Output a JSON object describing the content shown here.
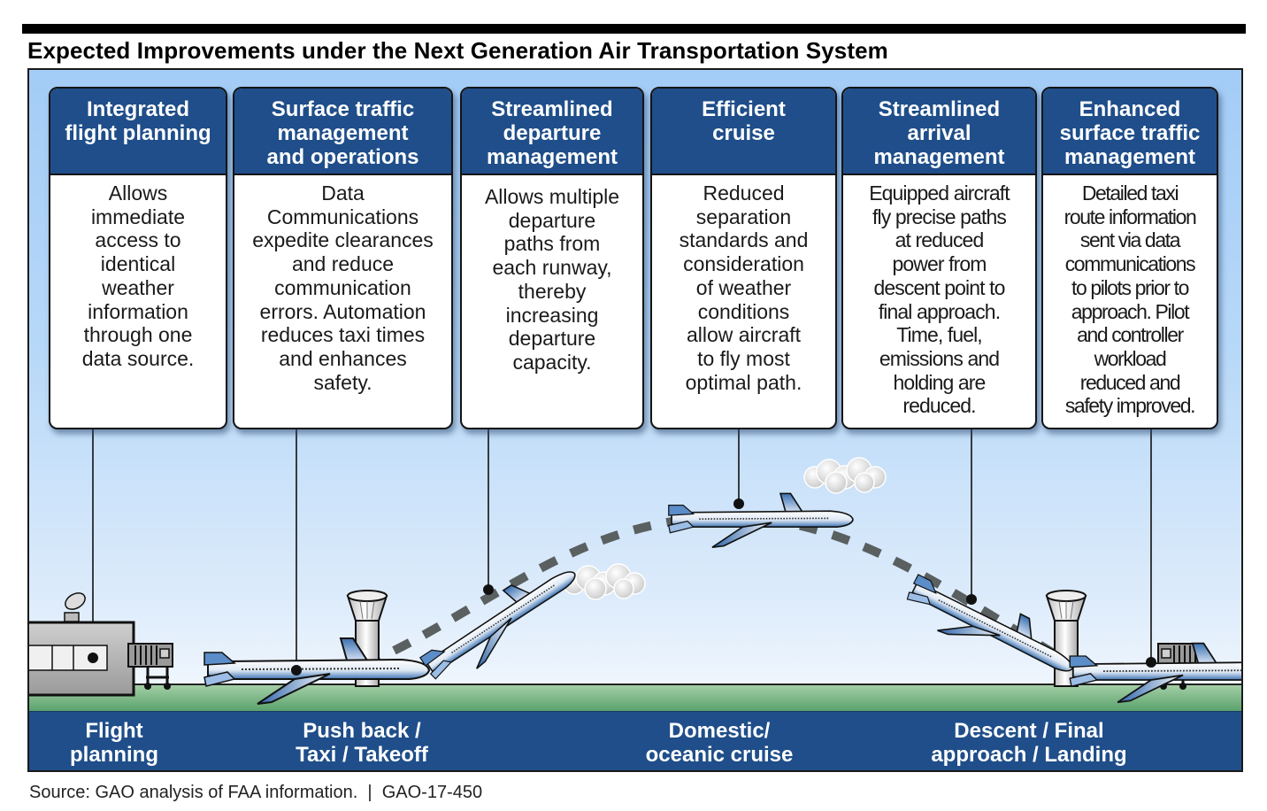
{
  "figure": {
    "title": "Expected Improvements under the Next Generation Air Transportation System",
    "source": "Source: GAO analysis of FAA information.  |  GAO-17-450"
  },
  "colors": {
    "header_blue": "#1f4e8a",
    "sky_top": "#a3ccf6",
    "sky_bottom": "#f5f9fe",
    "grass": "#6fb07f",
    "flight_path": "#5a5f60"
  },
  "improvements": [
    {
      "heading": "Integrated\nflight planning",
      "description": "Allows\nimmediate\naccess to\nidentical\nweather\ninformation\nthrough one\ndata source."
    },
    {
      "heading": "Surface traffic\nmanagement\nand operations",
      "description": "Data\nCommunications\nexpedite clearances\nand reduce\ncommunication\nerrors. Automation\nreduces taxi times\nand enhances\nsafety."
    },
    {
      "heading": "Streamlined\ndeparture\nmanagement",
      "description": "Allows multiple\ndeparture\npaths from\neach runway,\nthereby\nincreasing\ndeparture\ncapacity."
    },
    {
      "heading": "Efficient\ncruise",
      "description": "Reduced\nseparation\nstandards and\nconsideration\nof  weather\nconditions\nallow aircraft\nto fly most\noptimal path."
    },
    {
      "heading": "Streamlined\narrival\nmanagement",
      "description": "Equipped aircraft\nfly precise paths\nat reduced\npower from\ndescent point to\nfinal approach.\nTime, fuel,\nemissions and\nholding are\nreduced."
    },
    {
      "heading": "Enhanced\nsurface traffic\nmanagement",
      "description": "Detailed taxi\nroute information\nsent via data\ncommunications\nto pilots prior to\napproach. Pilot\nand controller\nworkload\nreduced and\nsafety improved."
    }
  ],
  "phases": [
    {
      "label": "Flight\nplanning"
    },
    {
      "label": "Push back /\nTaxi / Takeoff"
    },
    {
      "label": "Domestic/\noceanic cruise"
    },
    {
      "label": "Descent / Final\napproach / Landing"
    }
  ]
}
